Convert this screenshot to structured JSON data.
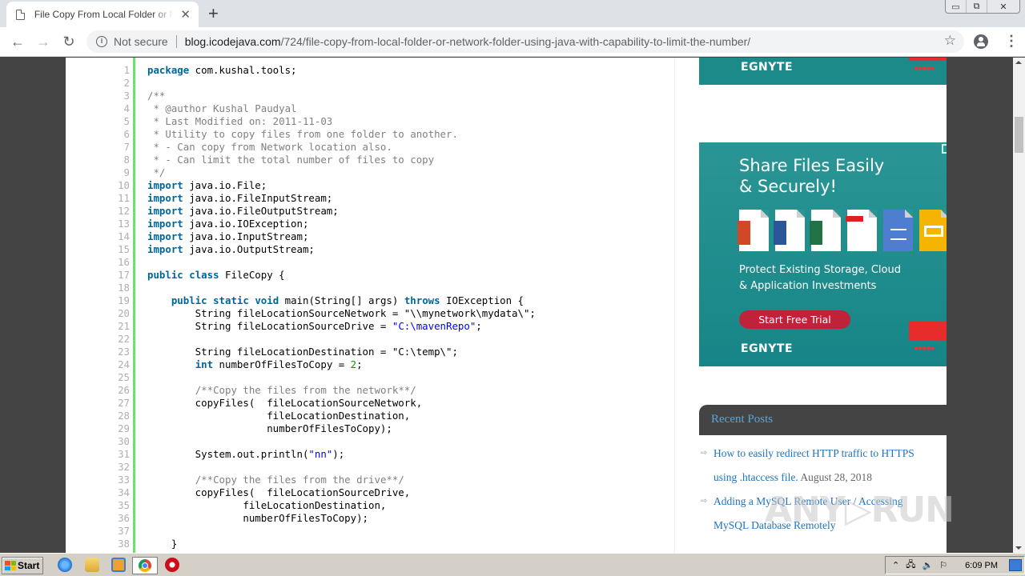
{
  "browser": {
    "tab": {
      "title": "File Copy From Local Folder or Network Folder using Java",
      "close": "✕"
    },
    "new_tab": "+",
    "window_controls": {
      "minimize": "▭",
      "restore": "⧉",
      "close": "✕"
    },
    "nav": {
      "back": "←",
      "forward": "→",
      "reload": "↻"
    },
    "address": {
      "security_label": "Not secure",
      "host": "blog.icodejava.com",
      "path": "/724/file-copy-from-local-folder-or-network-folder-using-java-with-capability-to-limit-the-number/"
    },
    "bookmark_icon": "☆",
    "menu_icon": "⋮"
  },
  "code": {
    "line_numbers": [
      "1",
      "2",
      "3",
      "4",
      "5",
      "6",
      "7",
      "8",
      "9",
      "10",
      "11",
      "12",
      "13",
      "14",
      "15",
      "16",
      "17",
      "18",
      "19",
      "20",
      "21",
      "22",
      "23",
      "24",
      "25",
      "26",
      "27",
      "28",
      "29",
      "30",
      "31",
      "32",
      "33",
      "34",
      "35",
      "36",
      "37",
      "38"
    ],
    "lines": [
      [
        {
          "t": "kw",
          "v": "package"
        },
        {
          "t": "",
          "v": " com.kushal.tools;"
        }
      ],
      [],
      [
        {
          "t": "cm",
          "v": "/**"
        }
      ],
      [
        {
          "t": "cm",
          "v": " * @author Kushal Paudyal"
        }
      ],
      [
        {
          "t": "cm",
          "v": " * Last Modified on: 2011-11-03"
        }
      ],
      [
        {
          "t": "cm",
          "v": " * Utility to copy files from one folder to another."
        }
      ],
      [
        {
          "t": "cm",
          "v": " * - Can copy from Network location also."
        }
      ],
      [
        {
          "t": "cm",
          "v": " * - Can limit the total number of files to copy"
        }
      ],
      [
        {
          "t": "cm",
          "v": " */"
        }
      ],
      [
        {
          "t": "kw",
          "v": "import"
        },
        {
          "t": "",
          "v": " java.io.File;"
        }
      ],
      [
        {
          "t": "kw",
          "v": "import"
        },
        {
          "t": "",
          "v": " java.io.FileInputStream;"
        }
      ],
      [
        {
          "t": "kw",
          "v": "import"
        },
        {
          "t": "",
          "v": " java.io.FileOutputStream;"
        }
      ],
      [
        {
          "t": "kw",
          "v": "import"
        },
        {
          "t": "",
          "v": " java.io.IOException;"
        }
      ],
      [
        {
          "t": "kw",
          "v": "import"
        },
        {
          "t": "",
          "v": " java.io.InputStream;"
        }
      ],
      [
        {
          "t": "kw",
          "v": "import"
        },
        {
          "t": "",
          "v": " java.io.OutputStream;"
        }
      ],
      [],
      [
        {
          "t": "kw",
          "v": "public"
        },
        {
          "t": "",
          "v": " "
        },
        {
          "t": "kw",
          "v": "class"
        },
        {
          "t": "",
          "v": " FileCopy {"
        }
      ],
      [],
      [
        {
          "t": "",
          "v": "    "
        },
        {
          "t": "kw",
          "v": "public"
        },
        {
          "t": "",
          "v": " "
        },
        {
          "t": "kw",
          "v": "static"
        },
        {
          "t": "",
          "v": " "
        },
        {
          "t": "kw",
          "v": "void"
        },
        {
          "t": "",
          "v": " main(String[] args) "
        },
        {
          "t": "kw",
          "v": "throws"
        },
        {
          "t": "",
          "v": " IOException {"
        }
      ],
      [
        {
          "t": "",
          "v": "        String fileLocationSourceNetwork = \"\\\\mynetwork\\mydata\\\";"
        }
      ],
      [
        {
          "t": "",
          "v": "        String fileLocationSourceDrive = "
        },
        {
          "t": "str",
          "v": "\"C:\\mavenRepo\""
        },
        {
          "t": "",
          "v": ";"
        }
      ],
      [],
      [
        {
          "t": "",
          "v": "        String fileLocationDestination = \"C:\\temp\\\";"
        }
      ],
      [
        {
          "t": "",
          "v": "        "
        },
        {
          "t": "kw",
          "v": "int"
        },
        {
          "t": "",
          "v": " numberOfFilesToCopy = "
        },
        {
          "t": "num",
          "v": "2"
        },
        {
          "t": "",
          "v": ";"
        }
      ],
      [],
      [
        {
          "t": "",
          "v": "        "
        },
        {
          "t": "cm",
          "v": "/**Copy the files from the network**/"
        }
      ],
      [
        {
          "t": "",
          "v": "        copyFiles(  fileLocationSourceNetwork,"
        }
      ],
      [
        {
          "t": "",
          "v": "                    fileLocationDestination,"
        }
      ],
      [
        {
          "t": "",
          "v": "                    numberOfFilesToCopy);"
        }
      ],
      [],
      [
        {
          "t": "",
          "v": "        System.out.println("
        },
        {
          "t": "str",
          "v": "\"nn\""
        },
        {
          "t": "",
          "v": ");"
        }
      ],
      [],
      [
        {
          "t": "",
          "v": "        "
        },
        {
          "t": "cm",
          "v": "/**Copy the files from the drive**/"
        }
      ],
      [
        {
          "t": "",
          "v": "        copyFiles(  fileLocationSourceDrive,"
        }
      ],
      [
        {
          "t": "",
          "v": "                fileLocationDestination,"
        }
      ],
      [
        {
          "t": "",
          "v": "                numberOfFilesToCopy);"
        }
      ],
      [],
      [
        {
          "t": "",
          "v": "    }"
        }
      ]
    ]
  },
  "sidebar": {
    "ad_top": {
      "brand": "EGNYTE"
    },
    "ad_main": {
      "headline_1": "Share Files Easily",
      "headline_2": "& Securely!",
      "subline_1": "Protect Existing Storage, Cloud",
      "subline_2": "& Application Investments",
      "cta": "Start Free Trial",
      "brand": "EGNYTE",
      "badge": "PC EDITORS' CHOICE"
    },
    "recent_posts": {
      "title": "Recent Posts",
      "items": [
        {
          "title": "How to easily redirect HTTP traffic to HTTPS using .htaccess file.",
          "date": "August 28, 2018"
        },
        {
          "title": "Adding a MySQL Remote User / Accessing MySQL Database Remotely",
          "date": ""
        }
      ]
    }
  },
  "watermark": "ANY▷RUN",
  "taskbar": {
    "start_label": "Start",
    "clock": "6:09 PM"
  },
  "colors": {
    "keyword": "#006699",
    "comment": "#808080",
    "string": "#0000ff",
    "number": "#009900",
    "gutter_bar": "#6ce26c",
    "ad_teal": "#1d8a8a",
    "cta_red": "#c0223a",
    "link": "#1e73be"
  }
}
